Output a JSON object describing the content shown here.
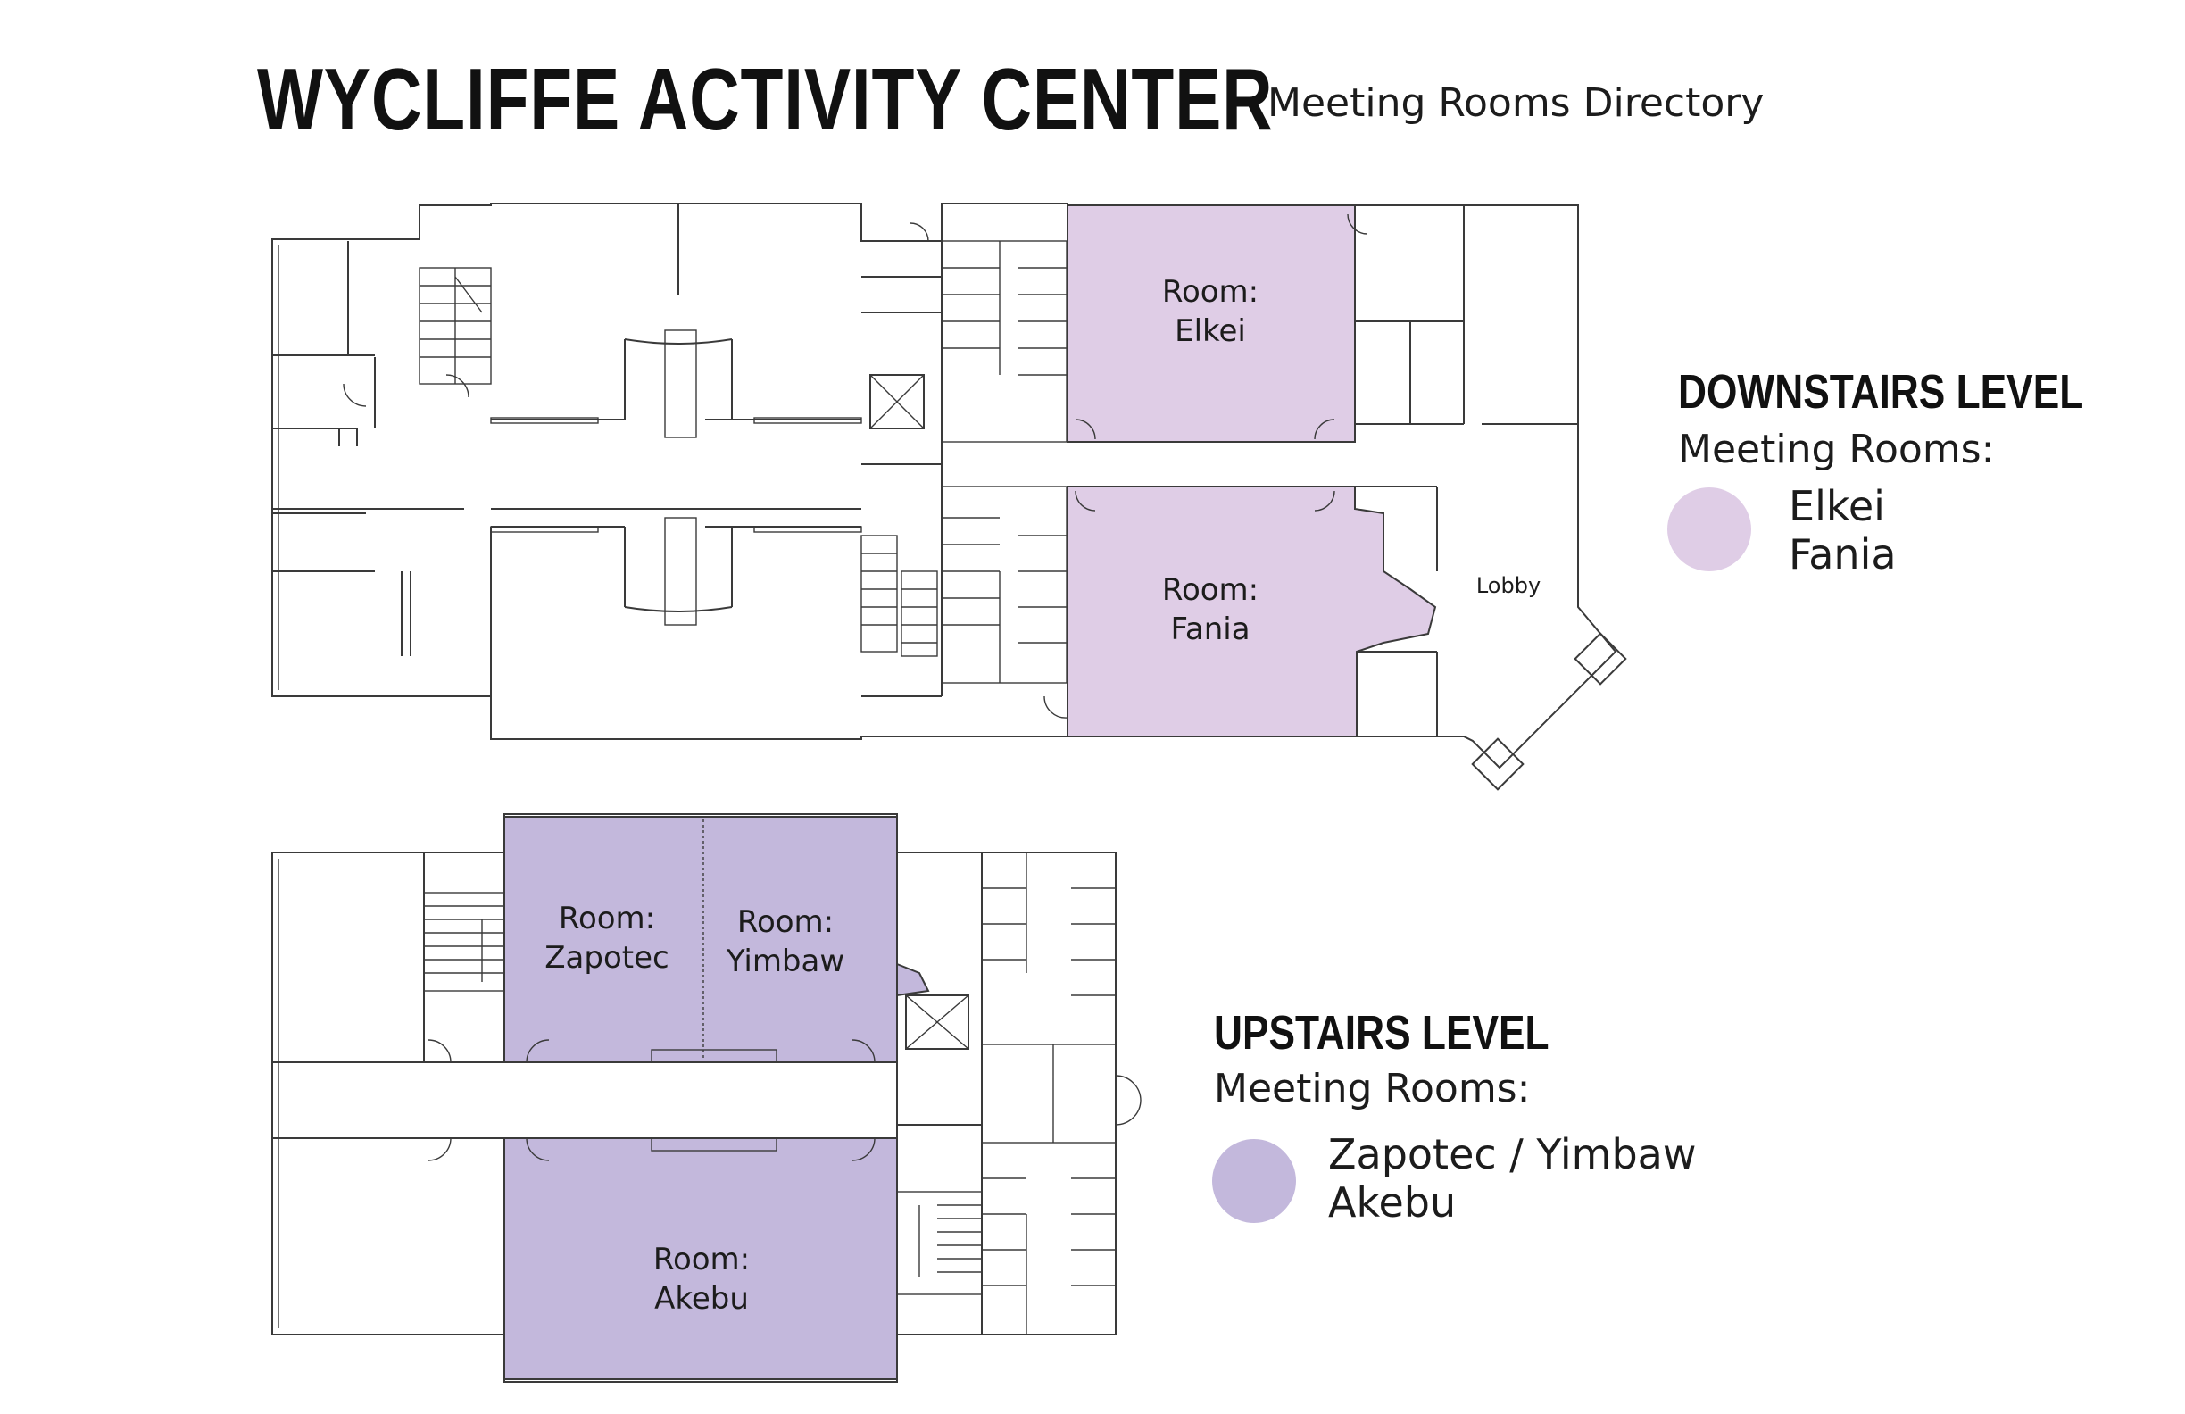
{
  "header": {
    "title": "WYCLIFFE ACTIVITY CENTER",
    "subtitle": "Meeting Rooms Directory"
  },
  "colors": {
    "downstairs_swatch": "#dfcde6",
    "upstairs_swatch": "#c3b8dc",
    "wall": "#3a3a3a"
  },
  "downstairs": {
    "level_title": "DOWNSTAIRS LEVEL",
    "meeting_rooms_label": "Meeting Rooms:",
    "rooms": [
      "Elkei",
      "Fania"
    ],
    "map": {
      "room_elkei": [
        "Room:",
        "Elkei"
      ],
      "room_fania": [
        "Room:",
        "Fania"
      ],
      "lobby": "Lobby"
    }
  },
  "upstairs": {
    "level_title": "UPSTAIRS LEVEL",
    "meeting_rooms_label": "Meeting Rooms:",
    "rooms": [
      "Zapotec / Yimbaw",
      "Akebu"
    ],
    "map": {
      "room_zapotec": [
        "Room:",
        "Zapotec"
      ],
      "room_yimbaw": [
        "Room:",
        "Yimbaw"
      ],
      "room_akebu": [
        "Room:",
        "Akebu"
      ]
    }
  }
}
